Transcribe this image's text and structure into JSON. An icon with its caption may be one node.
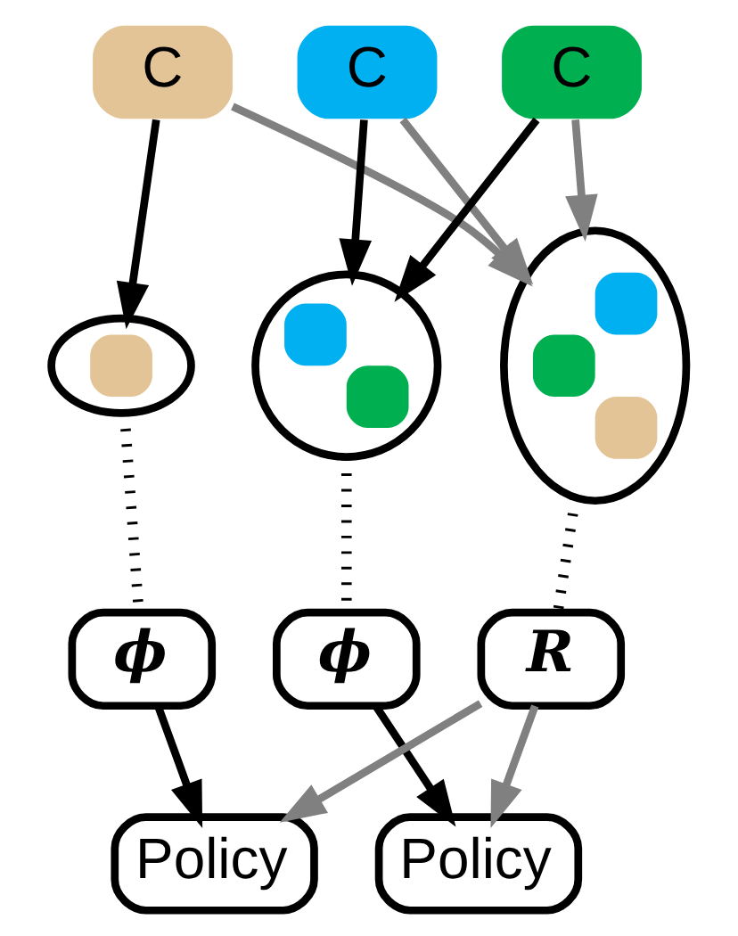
{
  "diagram": {
    "nodes": [
      {
        "text": [
          "C"
        ]
      },
      {
        "text": [
          "C"
        ]
      },
      {
        "text": [
          "C"
        ]
      },
      {
        "text": [],
        "shape": "circle"
      },
      {
        "text": [],
        "shape": "circle"
      },
      {
        "text": [],
        "shape": "circle"
      },
      {
        "text": [
          "ϕ"
        ]
      },
      {
        "text": [
          "ϕ"
        ]
      },
      {
        "text": [
          "R"
        ]
      },
      {
        "text": [
          "Policy"
        ]
      },
      {
        "text": [
          "Policy"
        ]
      }
    ],
    "edges": [
      {
        "from": 0,
        "to": 3,
        "arrow": "to"
      },
      {
        "from": 0,
        "to": 5,
        "arrow": "to",
        "color": "#808080"
      },
      {
        "from": 1,
        "to": 4,
        "arrow": "to"
      },
      {
        "from": 1,
        "to": 5,
        "arrow": "to",
        "color": "#808080"
      },
      {
        "from": 2,
        "to": 4,
        "arrow": "to"
      },
      {
        "from": 2,
        "to": 5,
        "arrow": "to",
        "color": "#808080"
      },
      {
        "from": 3,
        "to": 6,
        "arrow": "none",
        "style": "dashed"
      },
      {
        "from": 4,
        "to": 7,
        "arrow": "none",
        "style": "dashed"
      },
      {
        "from": 5,
        "to": 8,
        "arrow": "none",
        "style": "dashed"
      },
      {
        "from": 6,
        "to": 9,
        "arrow": "to"
      },
      {
        "from": 7,
        "to": 10,
        "arrow": "to"
      },
      {
        "from": 8,
        "to": 9,
        "arrow": "to",
        "color": "#808080"
      },
      {
        "from": 8,
        "to": 10,
        "arrow": "to",
        "color": "#808080"
      }
    ]
  }
}
